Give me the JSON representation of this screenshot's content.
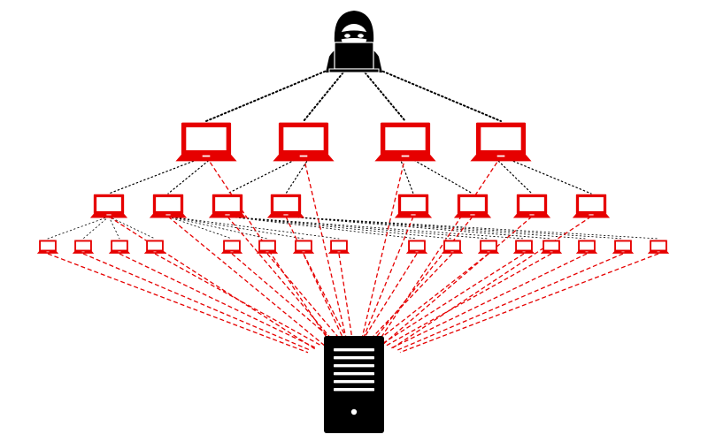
{
  "diagram": {
    "type": "ddos-botnet",
    "colors": {
      "background": "#ffffff",
      "attacker": "#000000",
      "bot": "#e60000",
      "server": "#000000",
      "command_link": "#000000",
      "attack_link": "#e60000"
    },
    "icons": {
      "attacker": "hooded-hacker-icon",
      "bot": "laptop-icon",
      "target": "server-tower-icon"
    },
    "topology": {
      "masters": 4,
      "handlers_per_master": 2,
      "agents_per_handler": 4
    }
  }
}
